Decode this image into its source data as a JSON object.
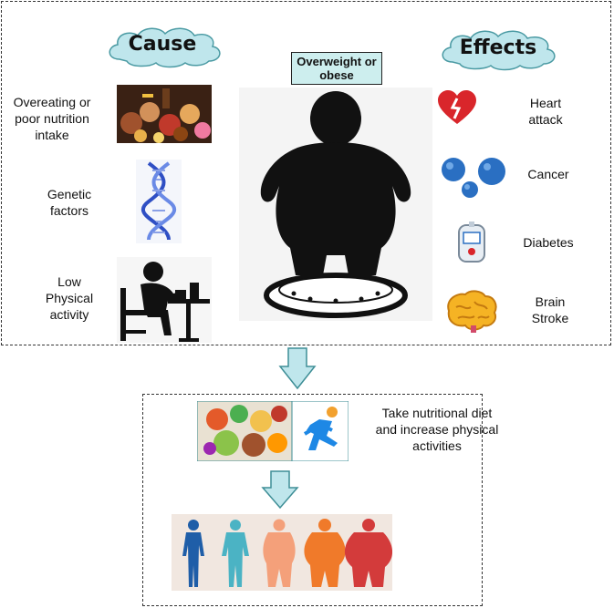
{
  "cause": {
    "title": "Cause",
    "items": [
      {
        "label": "Overeating or poor nutrition intake",
        "icon": "junk-food-photo"
      },
      {
        "label": "Genetic factors",
        "icon": "dna-icon"
      },
      {
        "label": "Low Physical activity",
        "icon": "sitting-eating-person-icon"
      }
    ]
  },
  "center": {
    "title": "Overweight or obese",
    "icon": "obese-person-on-scale-icon"
  },
  "effects": {
    "title": "Effects",
    "items": [
      {
        "label": "Heart attack",
        "icon": "broken-heart-icon"
      },
      {
        "label": "Cancer",
        "icon": "cancer-cells-icon"
      },
      {
        "label": "Diabetes",
        "icon": "glucose-meter-icon"
      },
      {
        "label": "Brain Stroke",
        "icon": "brain-icon"
      }
    ]
  },
  "solution": {
    "label": "Take nutritional diet and increase physical activities",
    "icons": [
      "healthy-food-photo",
      "running-person-icon",
      "body-type-spectrum"
    ]
  },
  "colors": {
    "cloud": "#bfe6ec",
    "arrow_fill": "#bfe6ec",
    "arrow_stroke": "#3e8e96",
    "silhouette": "#111111",
    "body_types": [
      "#1f5ea8",
      "#4bb3c4",
      "#f4a07a",
      "#f07a2a",
      "#d33b3b"
    ]
  }
}
